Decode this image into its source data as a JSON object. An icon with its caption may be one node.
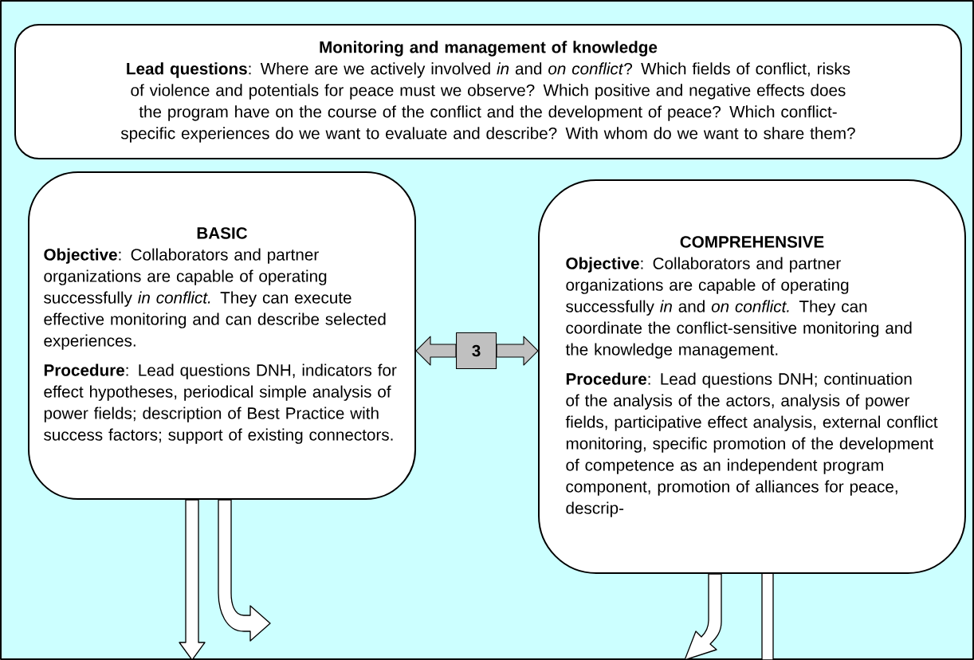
{
  "diagram": {
    "nodes": [
      {
        "text": [
          "Monitoring and management of knowledge",
          "**Lead questions**: Where are we actively involved *in* and *on conflict*? Which fields of conflict, risks of violence and potentials for peace must we observe? Which positive and negative effects does the program have on the course of the conflict and the development of peace? Which conflict-specific experiences do we want to evaluate and describe? With whom do we want to share them?"
        ]
      },
      {
        "text": [
          "BASIC",
          "**Objective**: Collaborators and partner organizations are capable of operating successfully *in conflict.* They can execute effective monitoring and can describe selected experiences.",
          "**Procedure**: Lead questions DNH, indicators for effect hypotheses, periodical simple analysis of power fields; description of Best Practice with success factors; support of existing connectors."
        ]
      },
      {
        "text": [
          "COMPREHENSIVE",
          "**Objective**: Collaborators and partner organizations are capable of operating successfully *in* and *on conflict.* They can coordinate the conflict-sensitive monitoring and the knowledge management.",
          "**Procedure**: Lead questions DNH; continuation of the analysis of the actors, analysis of power fields, participative effect analysis, external conflict monitoring, specific promotion of the development of competence as an independent program component, promotion of alliances for peace, descrip-"
        ]
      },
      {
        "text": [
          "3"
        ]
      }
    ],
    "edges": [
      {
        "from": 3,
        "to": 1,
        "arrow": "to"
      },
      {
        "from": 3,
        "to": 2,
        "arrow": "to"
      },
      {
        "from": 1,
        "to": null,
        "arrow": "to"
      },
      {
        "from": 1,
        "to": null,
        "arrow": "to"
      },
      {
        "from": 2,
        "to": null,
        "arrow": "to"
      },
      {
        "from": 2,
        "to": null,
        "arrow": "none"
      }
    ]
  }
}
